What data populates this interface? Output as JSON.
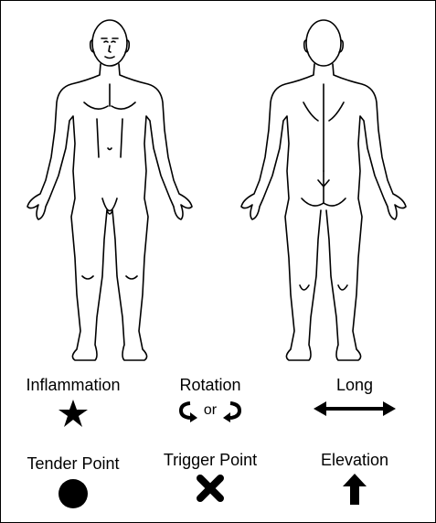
{
  "legend": {
    "inflammation": {
      "label": "Inflammation",
      "icon": "star-icon"
    },
    "rotation": {
      "label": "Rotation",
      "connector": "or",
      "icons": [
        "rotate-counterclockwise-icon",
        "rotate-clockwise-icon"
      ]
    },
    "long": {
      "label": "Long",
      "icon": "double-arrow-horizontal-icon"
    },
    "tender_point": {
      "label": "Tender Point",
      "icon": "filled-circle-icon"
    },
    "trigger_point": {
      "label": "Trigger Point",
      "icon": "x-cross-icon"
    },
    "elevation": {
      "label": "Elevation",
      "icon": "up-arrow-icon"
    }
  },
  "colors": {
    "line": "#000000",
    "background": "#ffffff"
  }
}
